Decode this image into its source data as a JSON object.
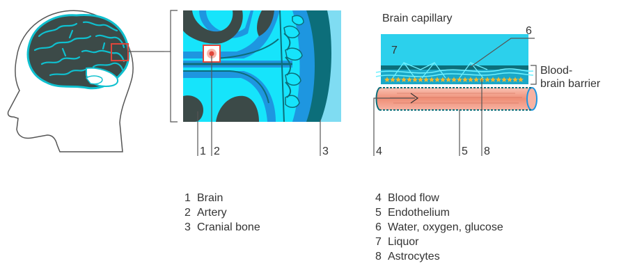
{
  "capillary_title": "Brain capillary",
  "bbb_label": [
    "Blood-",
    "brain barrier"
  ],
  "callout_numbers": [
    "1",
    "2",
    "3",
    "4",
    "5",
    "6",
    "7",
    "8"
  ],
  "legend": [
    {
      "num": "1",
      "label": "Brain"
    },
    {
      "num": "2",
      "label": "Artery"
    },
    {
      "num": "3",
      "label": "Cranial bone"
    },
    {
      "num": "4",
      "label": "Blood flow"
    },
    {
      "num": "5",
      "label": "Endothelium"
    },
    {
      "num": "6",
      "label": "Water, oxygen, glucose"
    },
    {
      "num": "7",
      "label": "Liquor"
    },
    {
      "num": "8",
      "label": "Astrocytes"
    }
  ],
  "colors": {
    "outline": "#0fc0cf",
    "brain_dark": "#3c4a48",
    "tissue_cyan": "#16e4fb",
    "tissue_blue": "#1e96e0",
    "dark_teal": "#0c6e7a",
    "skull": "#7fdcf2",
    "highlight_box": "#e0453a",
    "capillary_top": "#2cd0ec",
    "vessel_pink": "#f2a08a",
    "astrocyte": "#f2b930",
    "line": "#555555"
  },
  "icons": [
    "head-profile-icon",
    "brain-icon",
    "star-icon"
  ]
}
